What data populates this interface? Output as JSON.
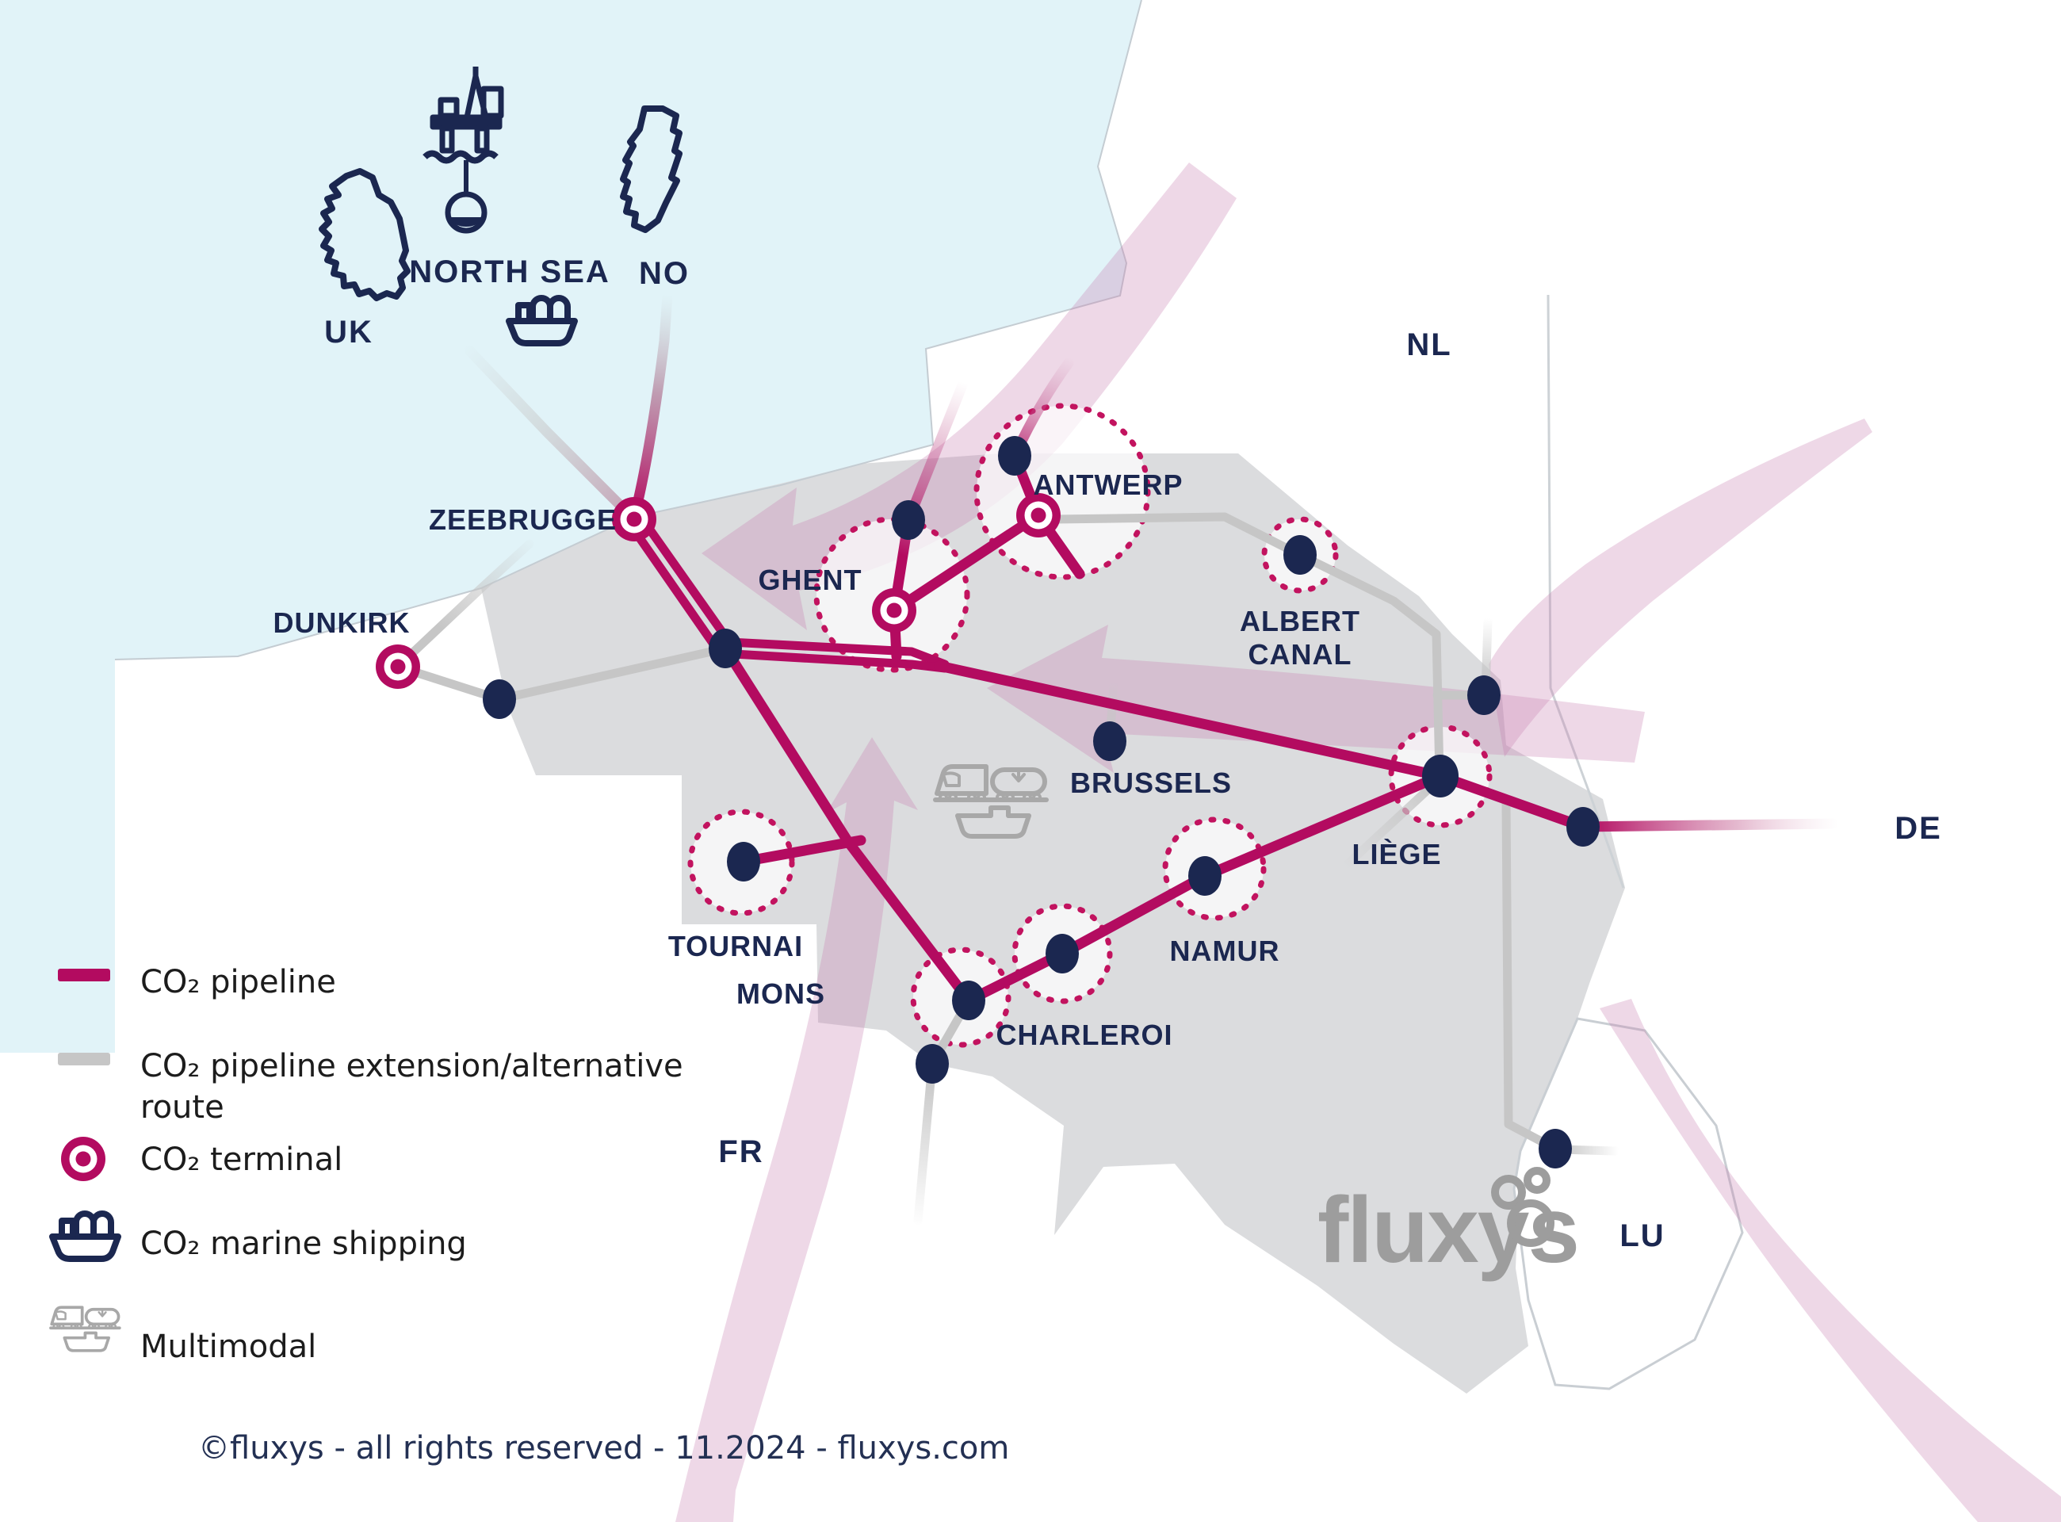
{
  "sea": {
    "label": "NORTH SEA"
  },
  "countries": {
    "uk": "UK",
    "no": "NO",
    "nl": "NL",
    "de": "DE",
    "lu": "LU",
    "fr": "FR"
  },
  "cities": {
    "zeebrugge": "ZEEBRUGGE",
    "dunkirk": "DUNKIRK",
    "ghent": "GHENT",
    "antwerp": "ANTWERP",
    "albert_canal_line1": "ALBERT",
    "albert_canal_line2": "CANAL",
    "brussels": "BRUSSELS",
    "liege": "LIÈGE",
    "tournai": "TOURNAI",
    "mons": "MONS",
    "charleroi": "CHARLEROI",
    "namur": "NAMUR"
  },
  "legend": {
    "pipeline": "CO₂ pipeline",
    "extension_line1": "CO₂ pipeline extension/alternative",
    "extension_line2": "route",
    "terminal": "CO₂ terminal",
    "marine_shipping": "CO₂ marine shipping",
    "multimodal": "Multimodal"
  },
  "footer": {
    "copyright": "©fluxys - all rights reserved - 11.2024 - fluxys.com"
  },
  "brand": {
    "logo_text": "fluxys"
  },
  "icons": {
    "uk_outline": "uk-country-outline-icon",
    "no_outline": "norway-country-outline-icon",
    "platform": "offshore-platform-storage-icon",
    "ship": "co2-carrier-ship-icon",
    "terminal": "co2-terminal-icon",
    "multimodal": "train-truck-barge-icon"
  },
  "colors": {
    "pipeline": "#b30b60",
    "pipeline_extension": "#c6c6c6",
    "navy": "#1b2750",
    "sea": "#e1f3f8",
    "land_belgium": "#dbdcde",
    "dotted_circle": "#c2135f",
    "flow_band_pink": "#c87fae",
    "logo_gray": "#9d9d9d"
  }
}
